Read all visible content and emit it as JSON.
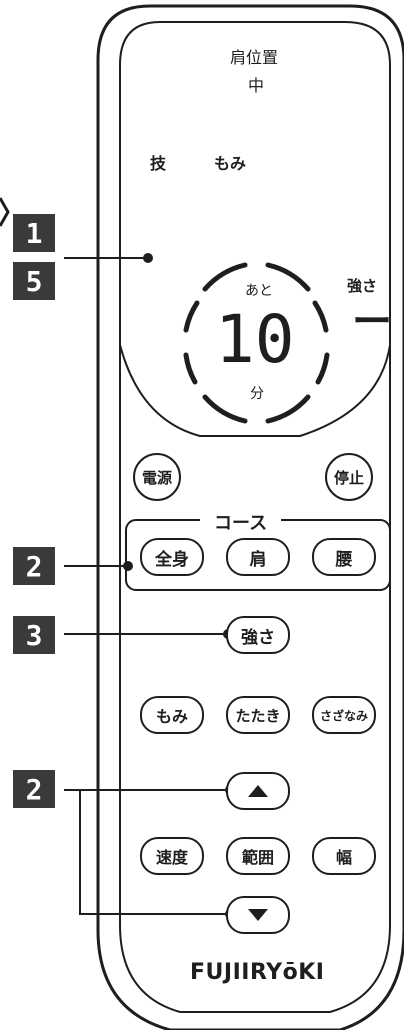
{
  "remote": {
    "display": {
      "shoulder_position_label": "肩位置",
      "shoulder_position_value": "中",
      "technique_label": "技",
      "technique_value": "もみ",
      "strength_label": "強さ",
      "strength_value": "ー",
      "remaining_label": "あと",
      "timer_value": "10",
      "minutes_label": "分"
    },
    "buttons": {
      "power": "電源",
      "stop": "停止",
      "course_label": "コース",
      "whole_body": "全身",
      "shoulder": "肩",
      "waist": "腰",
      "strength": "強さ",
      "kneading": "もみ",
      "tapping": "たたき",
      "wave": "さざなみ",
      "speed": "速度",
      "range": "範囲",
      "width": "幅"
    },
    "brand": "FUJIIRYōKI"
  },
  "callouts": [
    "1",
    "5",
    "2",
    "3",
    "2"
  ],
  "colors": {
    "callout_bg": "#3a3a3a",
    "ink": "#1e1e1e"
  }
}
